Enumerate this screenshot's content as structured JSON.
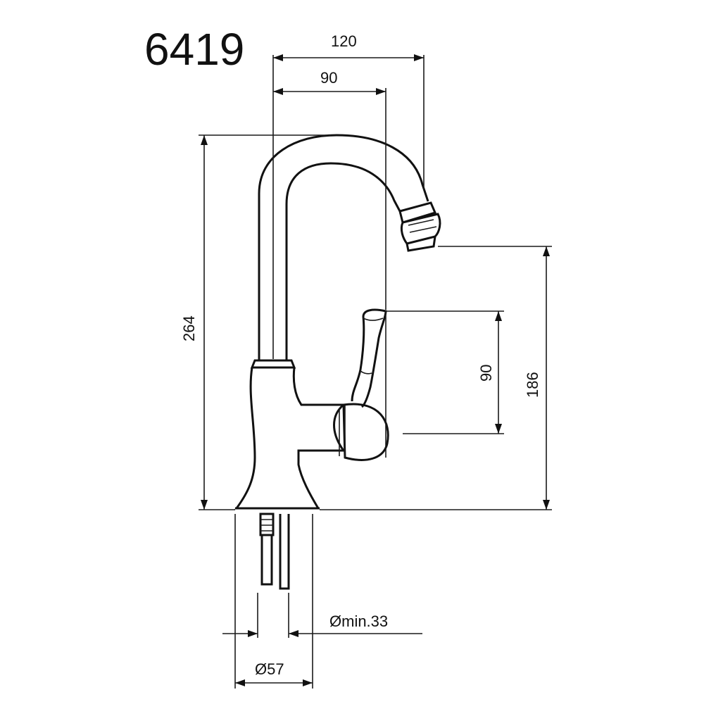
{
  "model": "6419",
  "dimensions": {
    "spout_reach": "120",
    "spout_inner": "90",
    "total_height": "264",
    "outlet_height": "186",
    "handle_travel": "90",
    "hole_diameter": "Ømin.33",
    "base_diameter": "Ø57"
  },
  "colors": {
    "line": "#1a1a1a",
    "background": "#ffffff"
  }
}
